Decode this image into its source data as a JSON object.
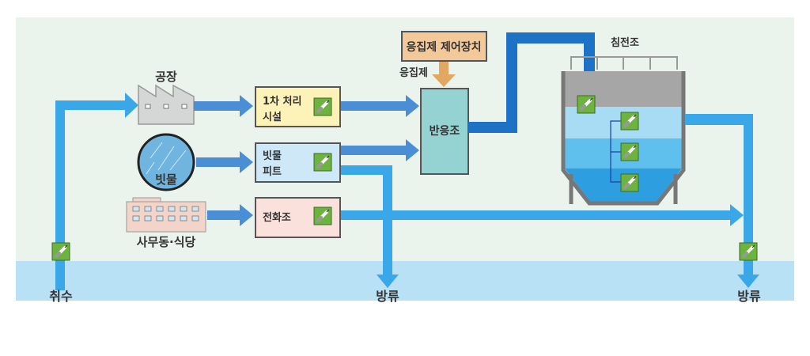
{
  "labels": {
    "factory": "공장",
    "primary_treatment_line1": "1차 처리",
    "primary_treatment_line2": "시설",
    "rainwater": "빗물",
    "rain_pit_line1": "빗물",
    "rain_pit_line2": "피트",
    "office": "사무동·식당",
    "septic_tank": "전화조",
    "coagulant_controller": "응집제 제어장치",
    "coagulant": "응집제",
    "reactor": "반응조",
    "clarifier": "침전조",
    "intake": "취수",
    "discharge_middle": "방류",
    "discharge_right": "방류"
  },
  "colors": {
    "background": "#eaf3ec",
    "water": "#b8e1f5",
    "flow_main": "#4a8fd6",
    "flow_light": "#3aa8e8",
    "flow_dark": "#1d72c6",
    "sensor": "#6db33f",
    "coagulant": "#e2a862"
  },
  "icons": [
    "factory-icon",
    "rain-icon",
    "office-building-icon",
    "sensor-icon",
    "clarifier-tank-icon"
  ]
}
